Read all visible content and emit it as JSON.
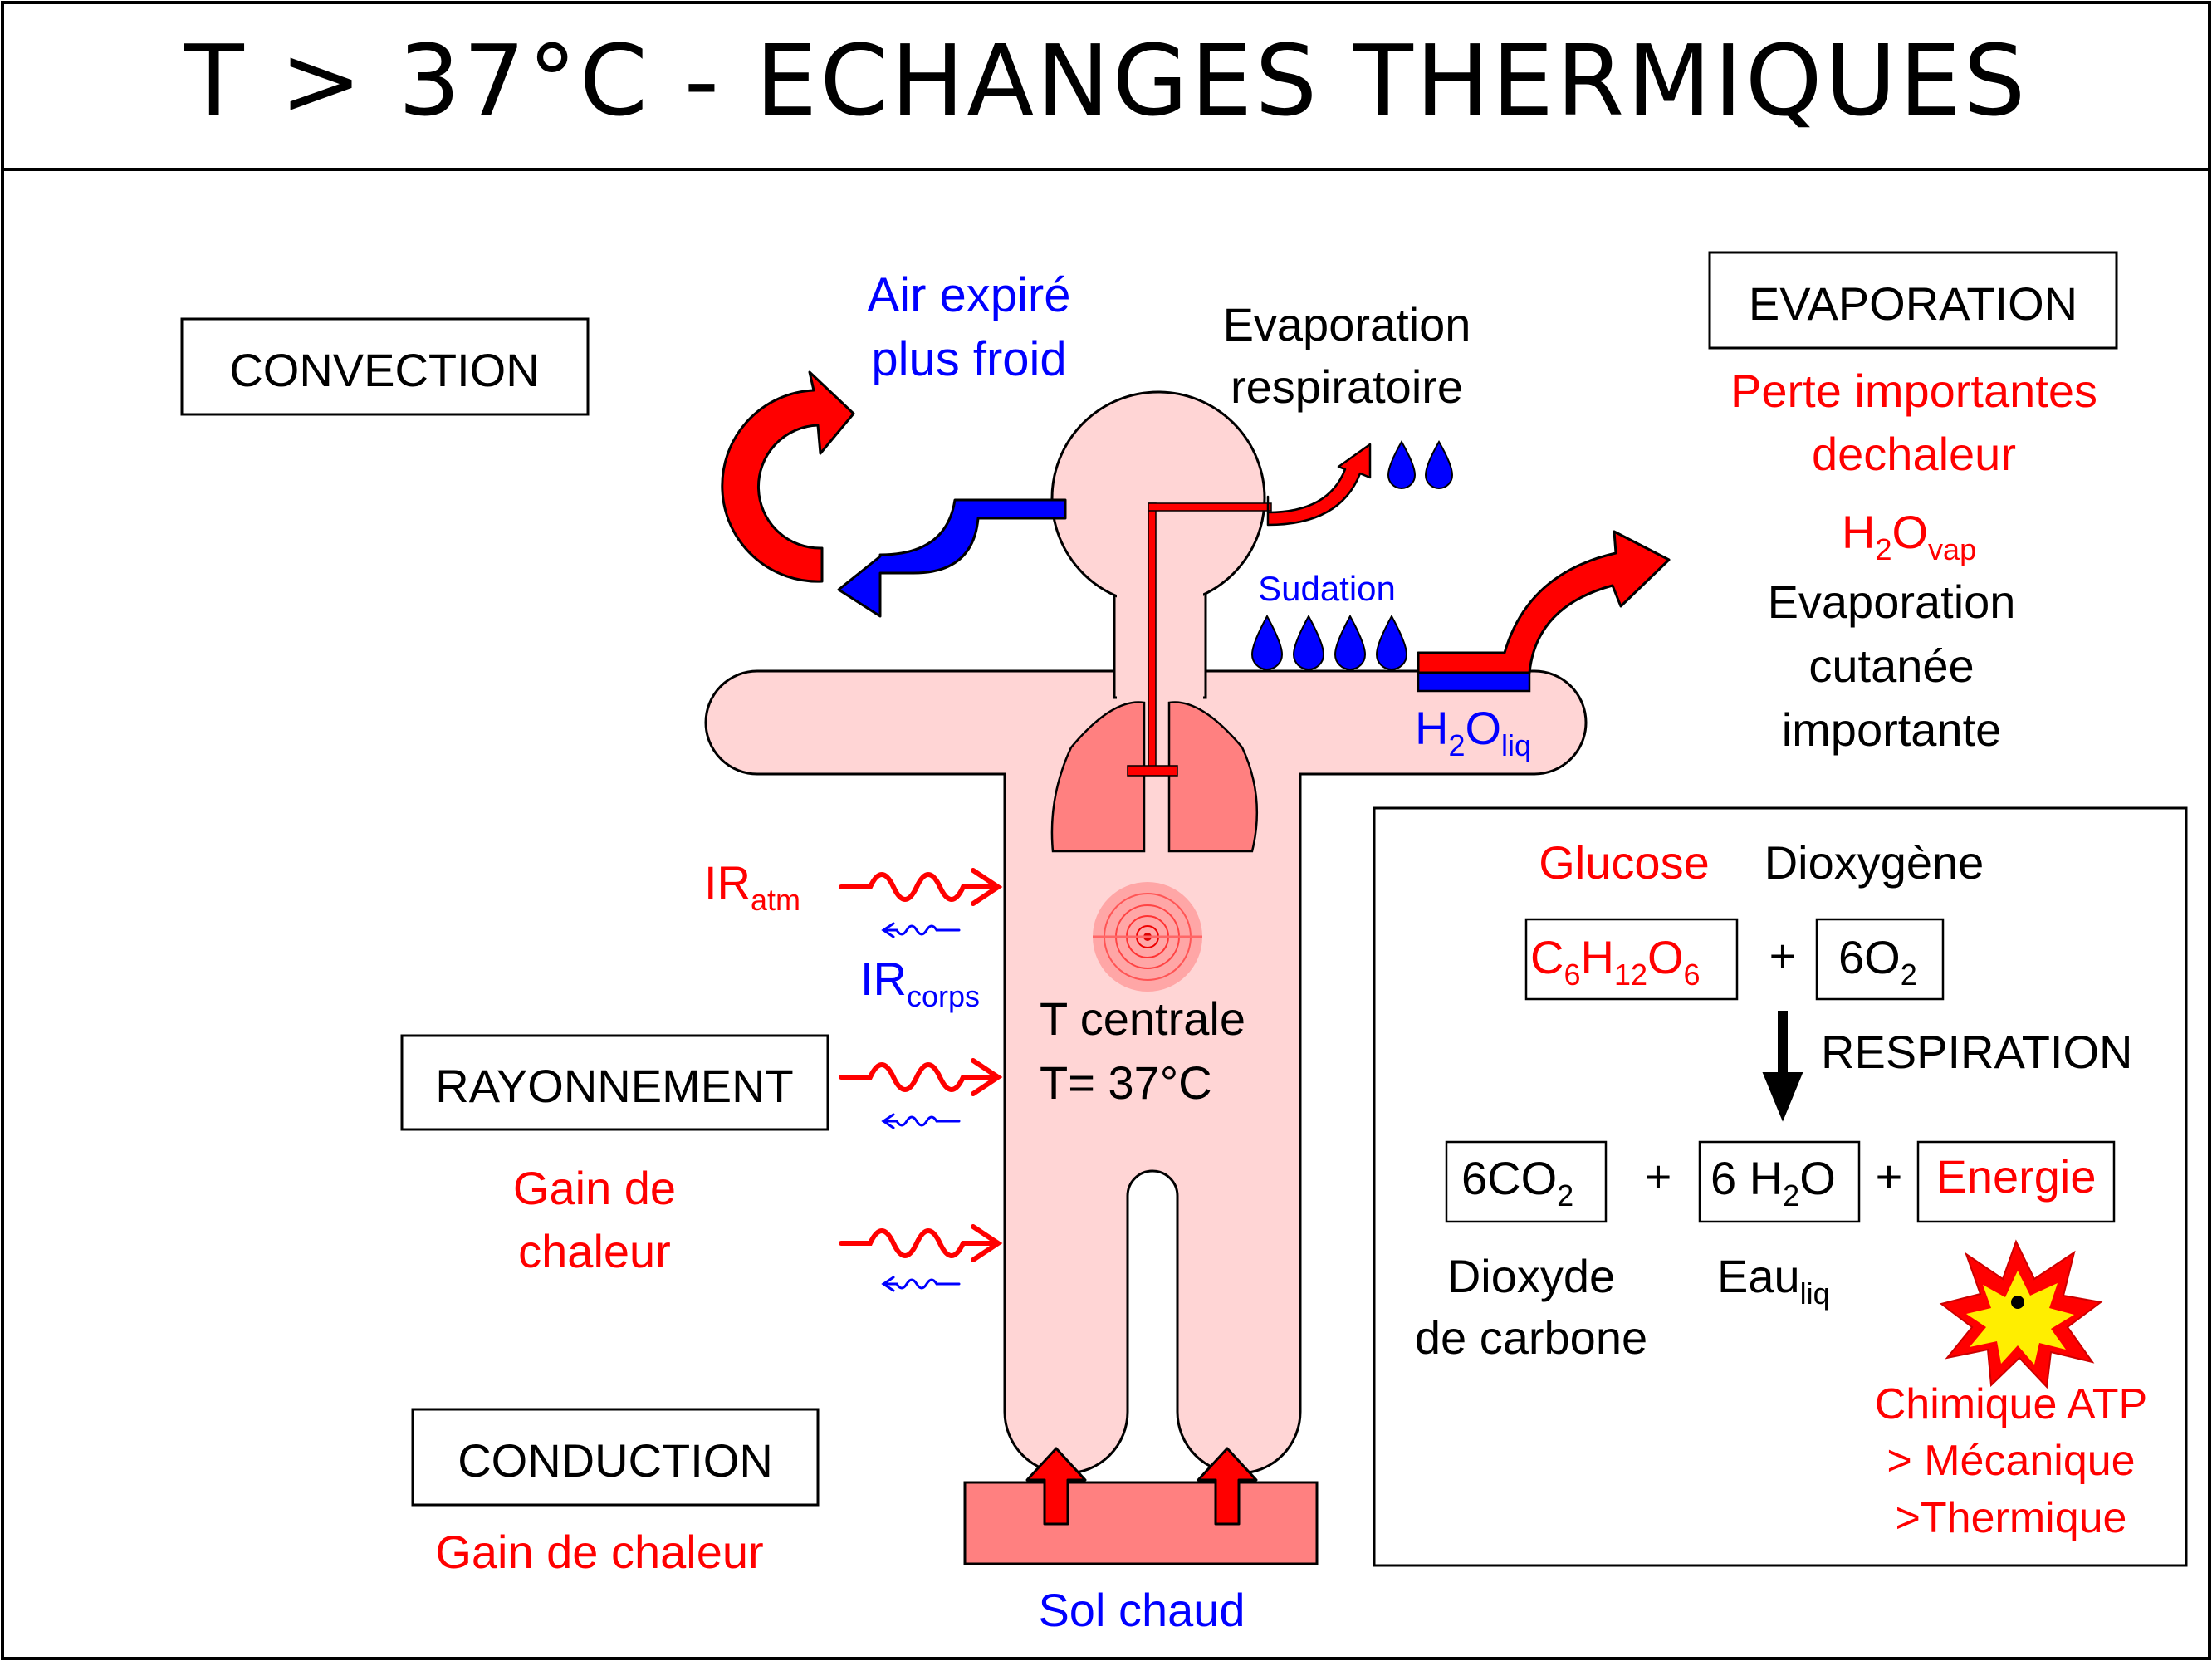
{
  "title": "T > 37°C - ECHANGES THERMIQUES",
  "colors": {
    "red": "#ff0000",
    "blue": "#0000ff",
    "black": "#000000",
    "body_fill": "#ffd5d5",
    "lung_fill": "#ff8080",
    "ground_fill": "#ff8080"
  },
  "convection": {
    "box": "CONVECTION",
    "air_line1": "Air expiré",
    "air_line2": "plus froid"
  },
  "evap_resp": {
    "line1": "Evaporation",
    "line2": "respiratoire"
  },
  "evaporation": {
    "box": "EVAPORATION",
    "loss_line1": "Perte importantes",
    "loss_line2": "dechaleur",
    "h2o_vap_main": "H",
    "h2o_vap_sub": "2",
    "h2o_vap_o": "O",
    "h2o_vap_sub2": "vap",
    "cut_line1": "Evaporation",
    "cut_line2": "cutanée",
    "cut_line3": "importante"
  },
  "sudation": "Sudation",
  "h2o_liq": {
    "h": "H",
    "sub": "2",
    "o": "O",
    "sub2": "liq"
  },
  "radiation": {
    "ir_atm_main": "IR",
    "ir_atm_sub": "atm",
    "ir_corps_main": "IR",
    "ir_corps_sub": "corps",
    "box": "RAYONNEMENT",
    "gain_line1": "Gain de",
    "gain_line2": "chaleur"
  },
  "core": {
    "line1": "T centrale",
    "line2": "T= 37°C"
  },
  "conduction": {
    "box": "CONDUCTION",
    "gain": "Gain de chaleur",
    "ground": "Sol chaud"
  },
  "respiration_box": {
    "glucose": "Glucose",
    "dioxygen": "Dioxygène",
    "formula_c": "C",
    "formula_6": "6",
    "formula_h": "H",
    "formula_12": "12",
    "formula_o": "O",
    "formula_6b": "6",
    "plus1": "+",
    "o2_main": "6O",
    "o2_sub": "2",
    "process": "RESPIRATION",
    "co2_main": "6CO",
    "co2_sub": "2",
    "plus2": "+",
    "h2o_main": "6 H",
    "h2o_sub": "2",
    "h2o_o": "O",
    "plus3": "+",
    "energy": "Energie",
    "co2_name_line1": "Dioxyde",
    "co2_name_line2": "de carbone",
    "water_main": "Eau",
    "water_sub": "liq",
    "atp_line1": "Chimique ATP",
    "atp_line2": "> Mécanique",
    "atp_line3": ">Thermique"
  }
}
